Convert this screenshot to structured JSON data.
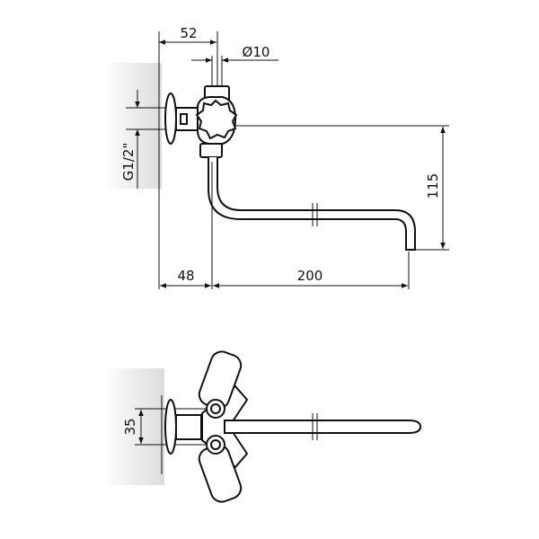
{
  "top_view": {
    "dim_width_52": "52",
    "dim_diameter": "Ø10",
    "dim_thread": "G1/2\"",
    "dim_height": "115",
    "dim_offset": "48",
    "dim_spout": "200"
  },
  "bottom_view": {
    "dim_spacing": "35"
  }
}
